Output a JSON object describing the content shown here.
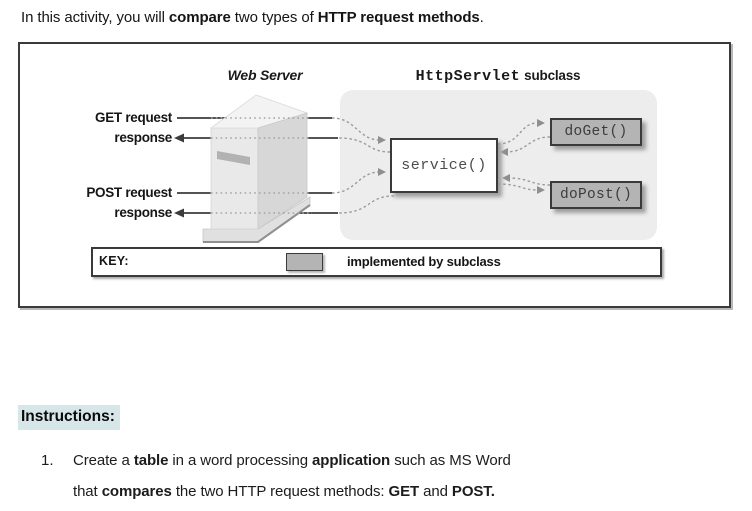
{
  "intro": {
    "segments": [
      {
        "text": "In this activity, you will "
      },
      {
        "text": "compare"
      },
      {
        "text": " two types of "
      },
      {
        "text": "HTTP request methods"
      },
      {
        "text": "."
      }
    ]
  },
  "diagram": {
    "web_server_title": "Web Server",
    "servlet_title": {
      "code": "HttpServlet",
      "suffix": "subclass"
    },
    "labels": {
      "get_request": "GET request",
      "get_response": "response",
      "post_request": "POST request",
      "post_response": "response"
    },
    "boxes": {
      "service": "service()",
      "do_get": "doGet()",
      "do_post": "doPost()"
    },
    "key": {
      "label": "KEY:",
      "text": "implemented by subclass"
    },
    "colors": {
      "panel_gray": "#ededed",
      "method_box_gray": "#b4b4b4",
      "line_dark": "#3c3c3c",
      "dashed_gray": "#9a9a9a"
    }
  },
  "instructions": {
    "heading": "Instructions:",
    "highlight_color": "#d7e7e9",
    "items": [
      {
        "number": "1.",
        "line1_segments": [
          {
            "text": "Create a "
          },
          {
            "text": "table"
          },
          {
            "text": " in a word processing "
          },
          {
            "text": "application"
          },
          {
            "text": " such as MS Word"
          }
        ],
        "line2_segments": [
          {
            "text": "that "
          },
          {
            "text": "compares"
          },
          {
            "text": " the two HTTP request methods: "
          },
          {
            "text": "GET"
          },
          {
            "text": " and "
          },
          {
            "text": "POST."
          }
        ]
      }
    ]
  }
}
